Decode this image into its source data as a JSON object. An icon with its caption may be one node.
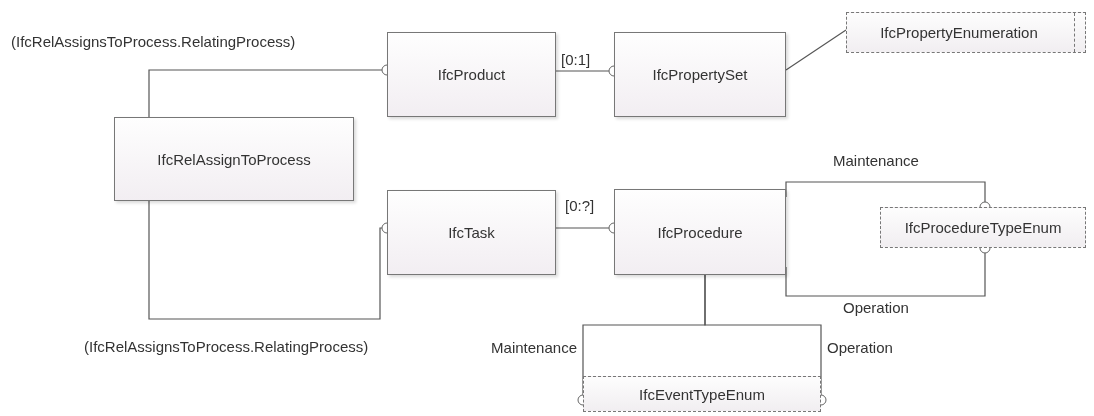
{
  "diagram": {
    "nodes": [
      {
        "text": [
          "IfcProduct"
        ]
      },
      {
        "text": [
          "IfcPropertySet"
        ]
      },
      {
        "text": [
          "IfcPropertyEnumeration"
        ]
      },
      {
        "text": [
          "IfcRelAssignToProcess"
        ]
      },
      {
        "text": [
          "IfcTask"
        ]
      },
      {
        "text": [
          "IfcProcedure"
        ]
      },
      {
        "text": [
          "IfcProcedureTypeEnum"
        ]
      },
      {
        "text": [
          "IfcEventTypeEnum"
        ]
      }
    ],
    "edges": [
      {
        "from": 3,
        "to": 0,
        "arrow": "other",
        "label": "(IfcRelAssignsToProcess.RelatingProcess)"
      },
      {
        "from": 3,
        "to": 4,
        "arrow": "other",
        "label": "(IfcRelAssignsToProcess.RelatingProcess)"
      },
      {
        "from": 0,
        "to": 1,
        "arrow": "other",
        "label": "[0:1]"
      },
      {
        "from": 1,
        "to": 2,
        "arrow": "none"
      },
      {
        "from": 4,
        "to": 5,
        "arrow": "other",
        "label": "[0:?]"
      },
      {
        "from": 5,
        "to": 6,
        "arrow": "other",
        "label": "Maintenance"
      },
      {
        "from": 5,
        "to": 6,
        "arrow": "other",
        "label": "Operation"
      },
      {
        "from": 5,
        "to": 7,
        "arrow": "other",
        "label": "Maintenance"
      },
      {
        "from": 5,
        "to": 7,
        "arrow": "other",
        "label": "Operation"
      }
    ]
  }
}
